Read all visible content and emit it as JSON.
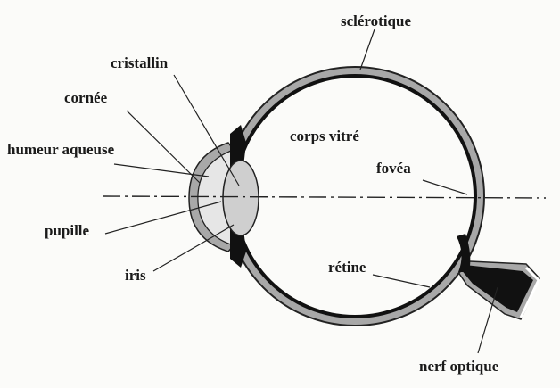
{
  "labels": {
    "sclerotique": "sclérotique",
    "cristallin": "cristallin",
    "cornee": "cornée",
    "humeur_aqueuse": "humeur aqueuse",
    "corps_vitre": "corps vitré",
    "fovea": "fovéa",
    "pupille": "pupille",
    "iris": "iris",
    "retine": "rétine",
    "nerf_optique": "nerf optique"
  },
  "colors": {
    "sclera": "#a8a8a8",
    "outline": "#222222",
    "retina": "#111111",
    "lens": "#cfcfcf",
    "background": "#fbfbf9"
  }
}
